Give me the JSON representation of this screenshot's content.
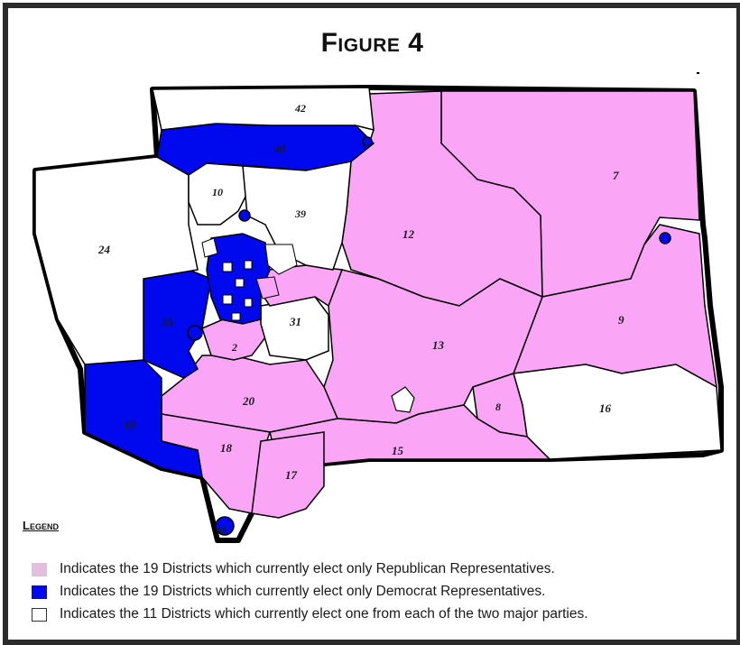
{
  "figure": {
    "title": "Figure 4"
  },
  "colors": {
    "republican": "#fba5f7",
    "republican_swatch": "#e3bedf",
    "democrat": "#0008ee",
    "split": "#ffffff",
    "outline": "#000000"
  },
  "legend": {
    "heading": "Legend",
    "items": [
      {
        "key": "republican",
        "text": "Indicates the 19 Districts which currently elect only Republican Representatives."
      },
      {
        "key": "democrat",
        "text": "Indicates the 19 Districts which currently elect only Democrat Representatives."
      },
      {
        "key": "split",
        "text": "Indicates the 11 Districts which currently elect one from each of the two major parties."
      }
    ]
  },
  "districts": [
    {
      "id": "12",
      "label": "12",
      "party": "republican"
    },
    {
      "id": "7",
      "label": "7",
      "party": "republican"
    },
    {
      "id": "9",
      "label": "9",
      "party": "republican"
    },
    {
      "id": "13",
      "label": "13",
      "party": "republican"
    },
    {
      "id": "15",
      "label": "15",
      "party": "republican"
    },
    {
      "id": "16",
      "label": "16",
      "party": "split"
    },
    {
      "id": "8",
      "label": "8",
      "party": "republican"
    },
    {
      "id": "17",
      "label": "17",
      "party": "republican"
    },
    {
      "id": "18",
      "label": "18",
      "party": "republican"
    },
    {
      "id": "20",
      "label": "20",
      "party": "republican"
    },
    {
      "id": "2",
      "label": "2",
      "party": "republican"
    },
    {
      "id": "31",
      "label": "31",
      "party": "split"
    },
    {
      "id": "19",
      "label": "19",
      "party": "democrat"
    },
    {
      "id": "35",
      "label": "35",
      "party": "democrat"
    },
    {
      "id": "24",
      "label": "24",
      "party": "split"
    },
    {
      "id": "42",
      "label": "42",
      "party": "split"
    },
    {
      "id": "40",
      "label": "40",
      "party": "democrat"
    },
    {
      "id": "10",
      "label": "10",
      "party": "split"
    },
    {
      "id": "39",
      "label": "39",
      "party": "split"
    },
    {
      "id": "49",
      "label": "49",
      "party": "democrat"
    }
  ]
}
